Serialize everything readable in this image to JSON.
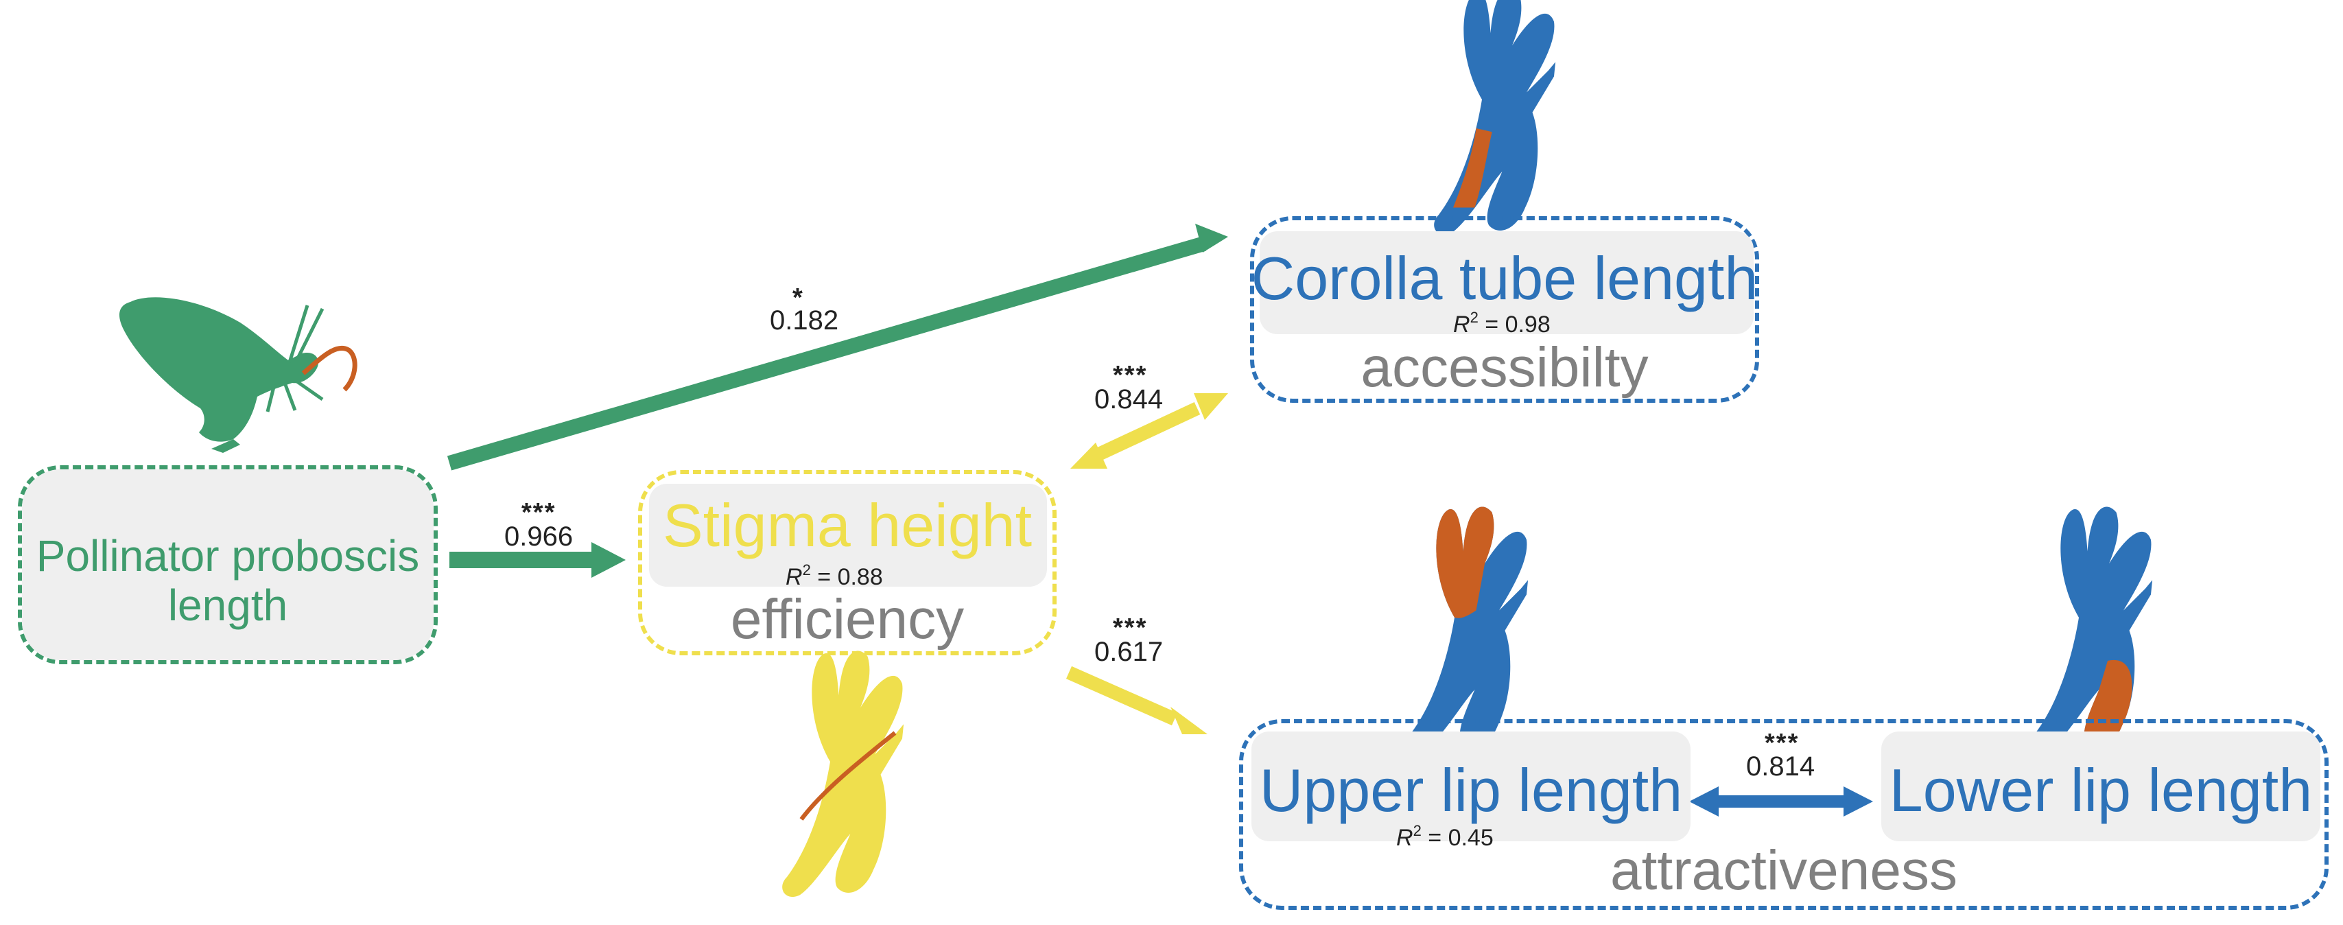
{
  "colors": {
    "green": "#3f9c6d",
    "yellow": "#efdf4d",
    "blue": "#2d72b8",
    "orange": "#c95f22",
    "gray_text": "#808080",
    "pill_bg": "#efefef"
  },
  "nodes": {
    "proboscis": {
      "label_line1": "Pollinator proboscis",
      "label_line2": "length"
    },
    "stigma": {
      "label": "Stigma height",
      "r2": "= 0.88",
      "category": "efficiency"
    },
    "corolla": {
      "label": "Corolla tube length",
      "r2": "= 0.98",
      "category": "accessibilty"
    },
    "upper_lip": {
      "label": "Upper lip length",
      "r2": "= 0.45"
    },
    "lower_lip": {
      "label": "Lower lip length"
    },
    "attract": {
      "category": "attractiveness"
    }
  },
  "r2_prefix": "R",
  "r2_sup": "2",
  "edges": [
    {
      "id": "proboscis-to-corolla",
      "coef": "0.182",
      "sig": "*"
    },
    {
      "id": "proboscis-to-stigma",
      "coef": "0.966",
      "sig": "***"
    },
    {
      "id": "stigma-corolla",
      "coef": "0.844",
      "sig": "***"
    },
    {
      "id": "stigma-to-lips",
      "coef": "0.617",
      "sig": "***"
    },
    {
      "id": "upper-lower-lip",
      "coef": "0.814",
      "sig": "***"
    }
  ],
  "icons": [
    "hawkmoth-icon",
    "flower-corolla-tube-icon",
    "flower-stigma-icon",
    "flower-upper-lip-icon",
    "flower-lower-lip-icon"
  ]
}
